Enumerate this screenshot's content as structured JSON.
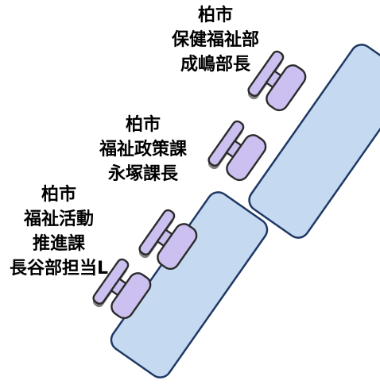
{
  "labels": [
    {
      "lines": [
        "柏市",
        "保健福祉部",
        "成嶋部長"
      ]
    },
    {
      "lines": [
        "柏市",
        "福祉政策課",
        "永塚課長"
      ]
    },
    {
      "lines": [
        "柏市",
        "福祉活動",
        "推進課",
        "長谷部担当L"
      ]
    }
  ],
  "colors": {
    "table_fill": "#c5d9f1",
    "table_stroke": "#1f3864",
    "chair_fill": "#ccc0f0",
    "chair_stroke": "#2b2b2b",
    "chair_shadow": "#7f7f7f"
  }
}
